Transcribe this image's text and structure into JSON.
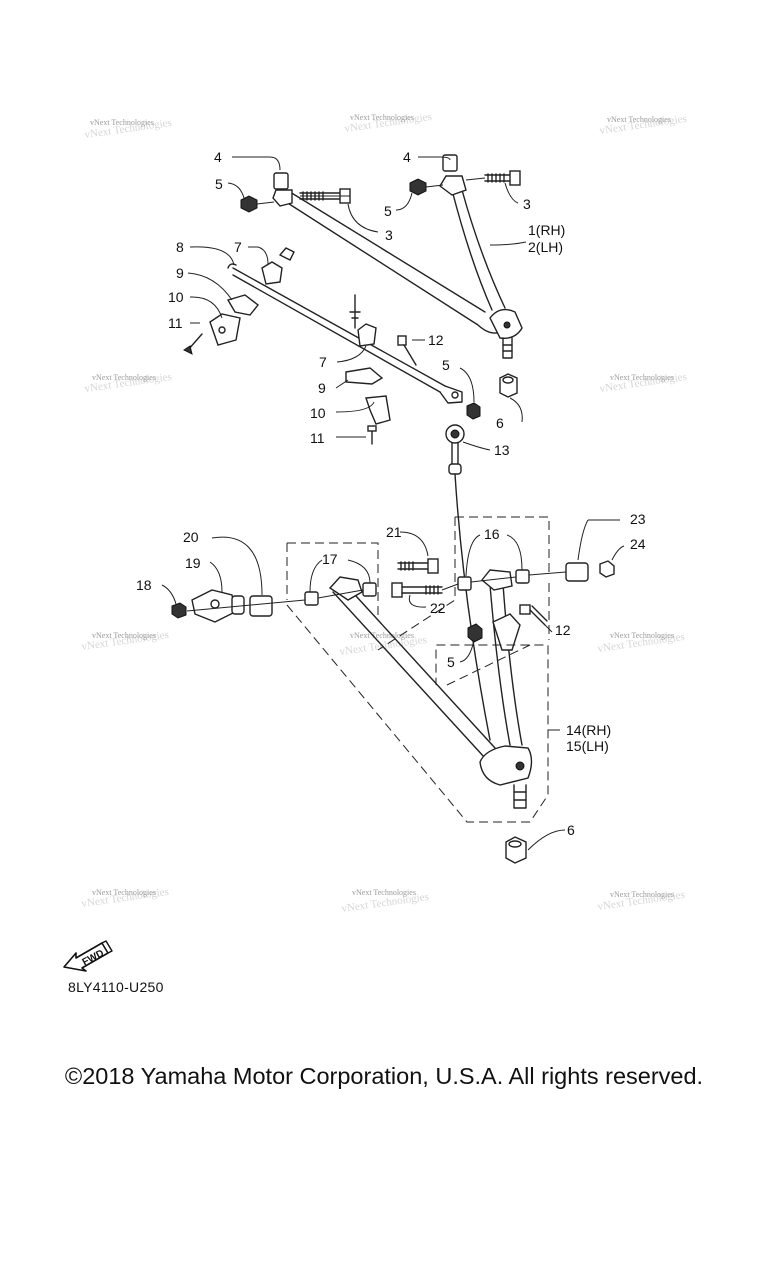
{
  "diagram": {
    "callouts": [
      "4",
      "5",
      "3",
      "4",
      "5",
      "3",
      "1(RH)",
      "2(LH)",
      "8",
      "7",
      "9",
      "10",
      "11",
      "7",
      "12",
      "5",
      "9",
      "10",
      "11",
      "6",
      "13",
      "21",
      "16",
      "23",
      "24",
      "20",
      "17",
      "19",
      "18",
      "22",
      "12",
      "5",
      "14(RH)",
      "15(LH)",
      "6"
    ],
    "watermark_text": "vNext Technologies",
    "fwd_label": "FWD",
    "drawing_code": "8LY4110-U250"
  },
  "footer": {
    "copyright": "©2018 Yamaha Motor Corporation, U.S.A. All rights reserved."
  }
}
